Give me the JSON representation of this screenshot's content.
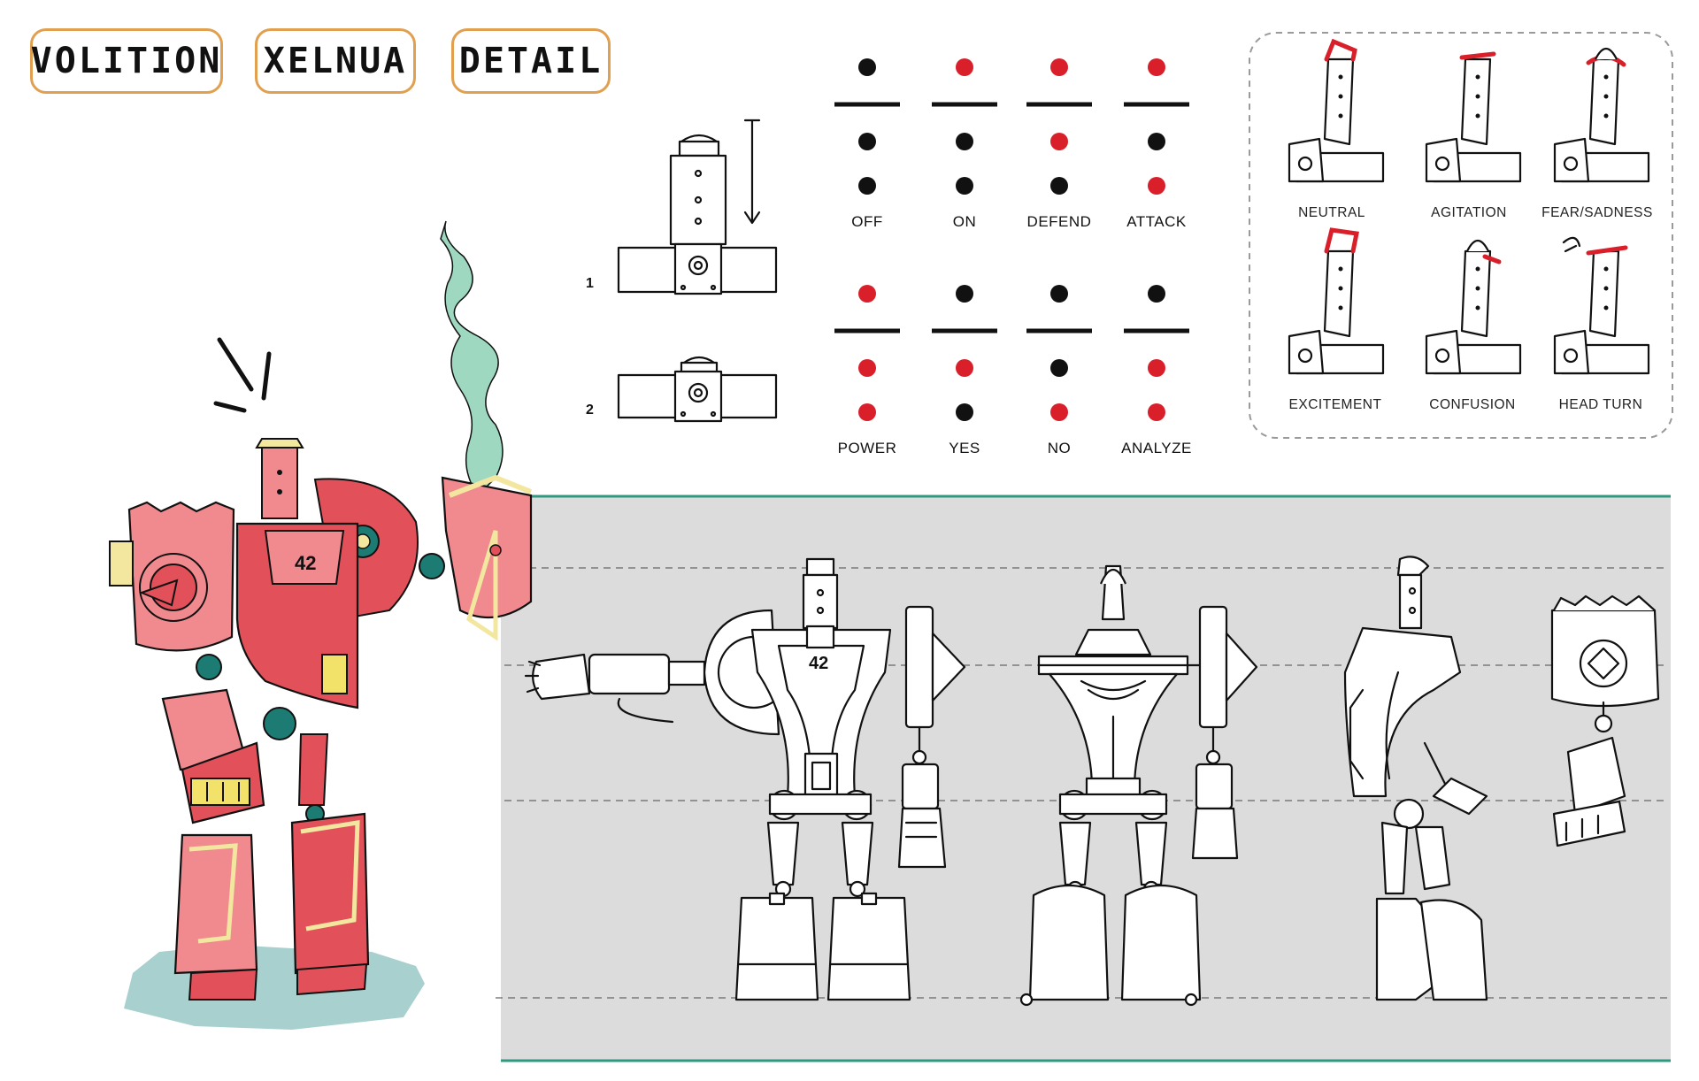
{
  "tabs": [
    {
      "label": "VOLITION"
    },
    {
      "label": "XELNUA"
    },
    {
      "label": "DETAIL"
    }
  ],
  "head_positions": {
    "step1": "1",
    "step2": "2"
  },
  "signals": {
    "top": [
      {
        "label": "OFF",
        "lights": [
          "off",
          "off",
          "off"
        ]
      },
      {
        "label": "ON",
        "lights": [
          "on",
          "off",
          "off"
        ]
      },
      {
        "label": "DEFEND",
        "lights": [
          "on",
          "on",
          "off"
        ]
      },
      {
        "label": "ATTACK",
        "lights": [
          "on",
          "off",
          "on"
        ]
      }
    ],
    "bottom": [
      {
        "label": "POWER",
        "lights": [
          "on",
          "on",
          "on"
        ]
      },
      {
        "label": "YES",
        "lights": [
          "off",
          "on",
          "off"
        ]
      },
      {
        "label": "NO",
        "lights": [
          "off",
          "off",
          "on"
        ]
      },
      {
        "label": "ANALYZE",
        "lights": [
          "off",
          "on",
          "on"
        ]
      }
    ]
  },
  "emotions": [
    {
      "label": "NEUTRAL"
    },
    {
      "label": "AGITATION"
    },
    {
      "label": "FEAR/SADNESS"
    },
    {
      "label": "EXCITEMENT"
    },
    {
      "label": "CONFUSION"
    },
    {
      "label": "HEAD TURN"
    }
  ],
  "robot": {
    "chest_number": "42"
  },
  "colors": {
    "tab_border": "#e0a050",
    "light_on": "#d9202a",
    "light_off": "#111111",
    "robot_pink": "#f08a8f",
    "robot_red": "#e2505a",
    "robot_teal": "#1c7c74",
    "robot_yellow": "#f3e7a0",
    "smoke": "#9fd8c0",
    "shadow": "#a8d0cf",
    "panel_bg": "#dcdcdc",
    "panel_line": "#2f9a7f"
  }
}
